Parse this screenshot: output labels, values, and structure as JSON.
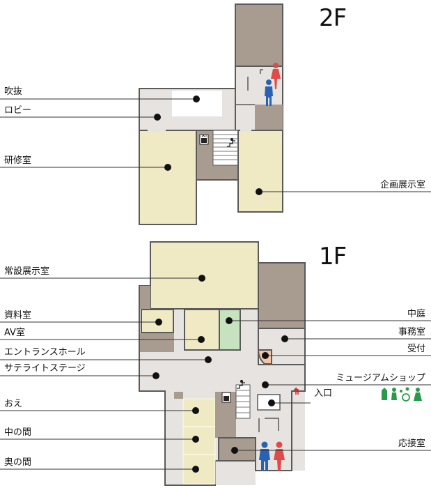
{
  "floor_2f": {
    "label": "2F",
    "rooms": {
      "atrium": "吹抜",
      "lobby": "ロビー",
      "training_room": "研修室",
      "planning_exhibit": "企画展示室"
    }
  },
  "floor_1f": {
    "label": "1F",
    "rooms_left": {
      "permanent_exhibit": "常設展示室",
      "archives": "資料室",
      "av_room": "AV室",
      "entrance_hall": "エントランスホール",
      "satellite_stage": "サテライトステージ",
      "oe": "おえ",
      "naka_no_ma": "中の間",
      "oku_no_ma": "奥の間"
    },
    "rooms_right": {
      "courtyard": "中庭",
      "office": "事務室",
      "reception": "受付",
      "museum_shop": "ミュージアムショップ",
      "entrance": "入口",
      "reception_room": "応接室"
    }
  },
  "colors": {
    "exhibit": "#efeac4",
    "corridor": "#e6e3e0",
    "service": "#a89b90",
    "courtyard": "#c6e2be",
    "reception": "#f3c4a8",
    "men": "#2a62b3",
    "women": "#e04a4a",
    "accessible": "#2a9a4a",
    "outline": "#5a5a5a"
  },
  "icons": [
    "elevator-icon",
    "stairs-icon",
    "men-restroom-icon",
    "women-restroom-icon",
    "entrance-arrow-icon",
    "accessible-facilities-icon"
  ]
}
